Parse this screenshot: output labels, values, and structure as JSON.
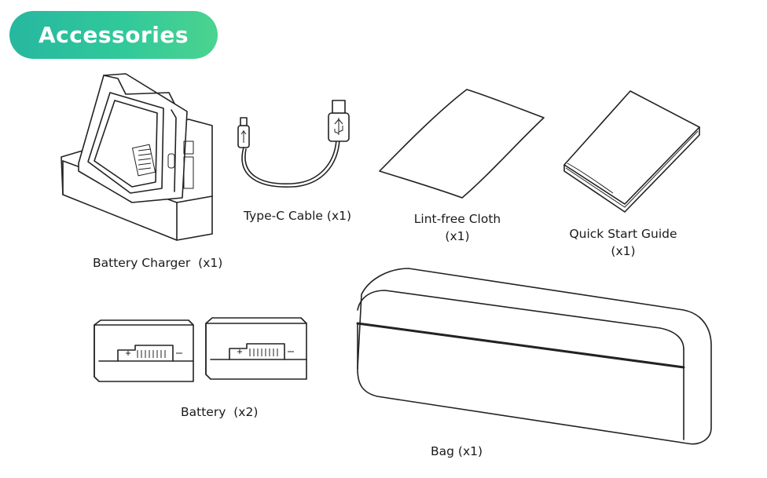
{
  "header": {
    "title": "Accessories"
  },
  "items": {
    "charger": {
      "name": "Battery Charger",
      "qty": "(x1)"
    },
    "cable": {
      "name": "Type-C Cable",
      "qty": "(x1)"
    },
    "cloth": {
      "name": "Lint-free Cloth",
      "qty": "(x1)"
    },
    "guide": {
      "name": "Quick Start Guide",
      "qty": "(x1)"
    },
    "battery": {
      "name": "Battery",
      "qty": "(x2)"
    },
    "bag": {
      "name": "Bag",
      "qty": "(x1)"
    }
  },
  "colors": {
    "badge_start": "#27b7a0",
    "badge_end": "#4cd38f",
    "badge_text": "#ffffff",
    "line_art": "#222222"
  },
  "icons": [
    "charger-drawing",
    "usb-cable-drawing",
    "cloth-drawing",
    "booklet-drawing",
    "battery-drawing",
    "bag-drawing"
  ]
}
